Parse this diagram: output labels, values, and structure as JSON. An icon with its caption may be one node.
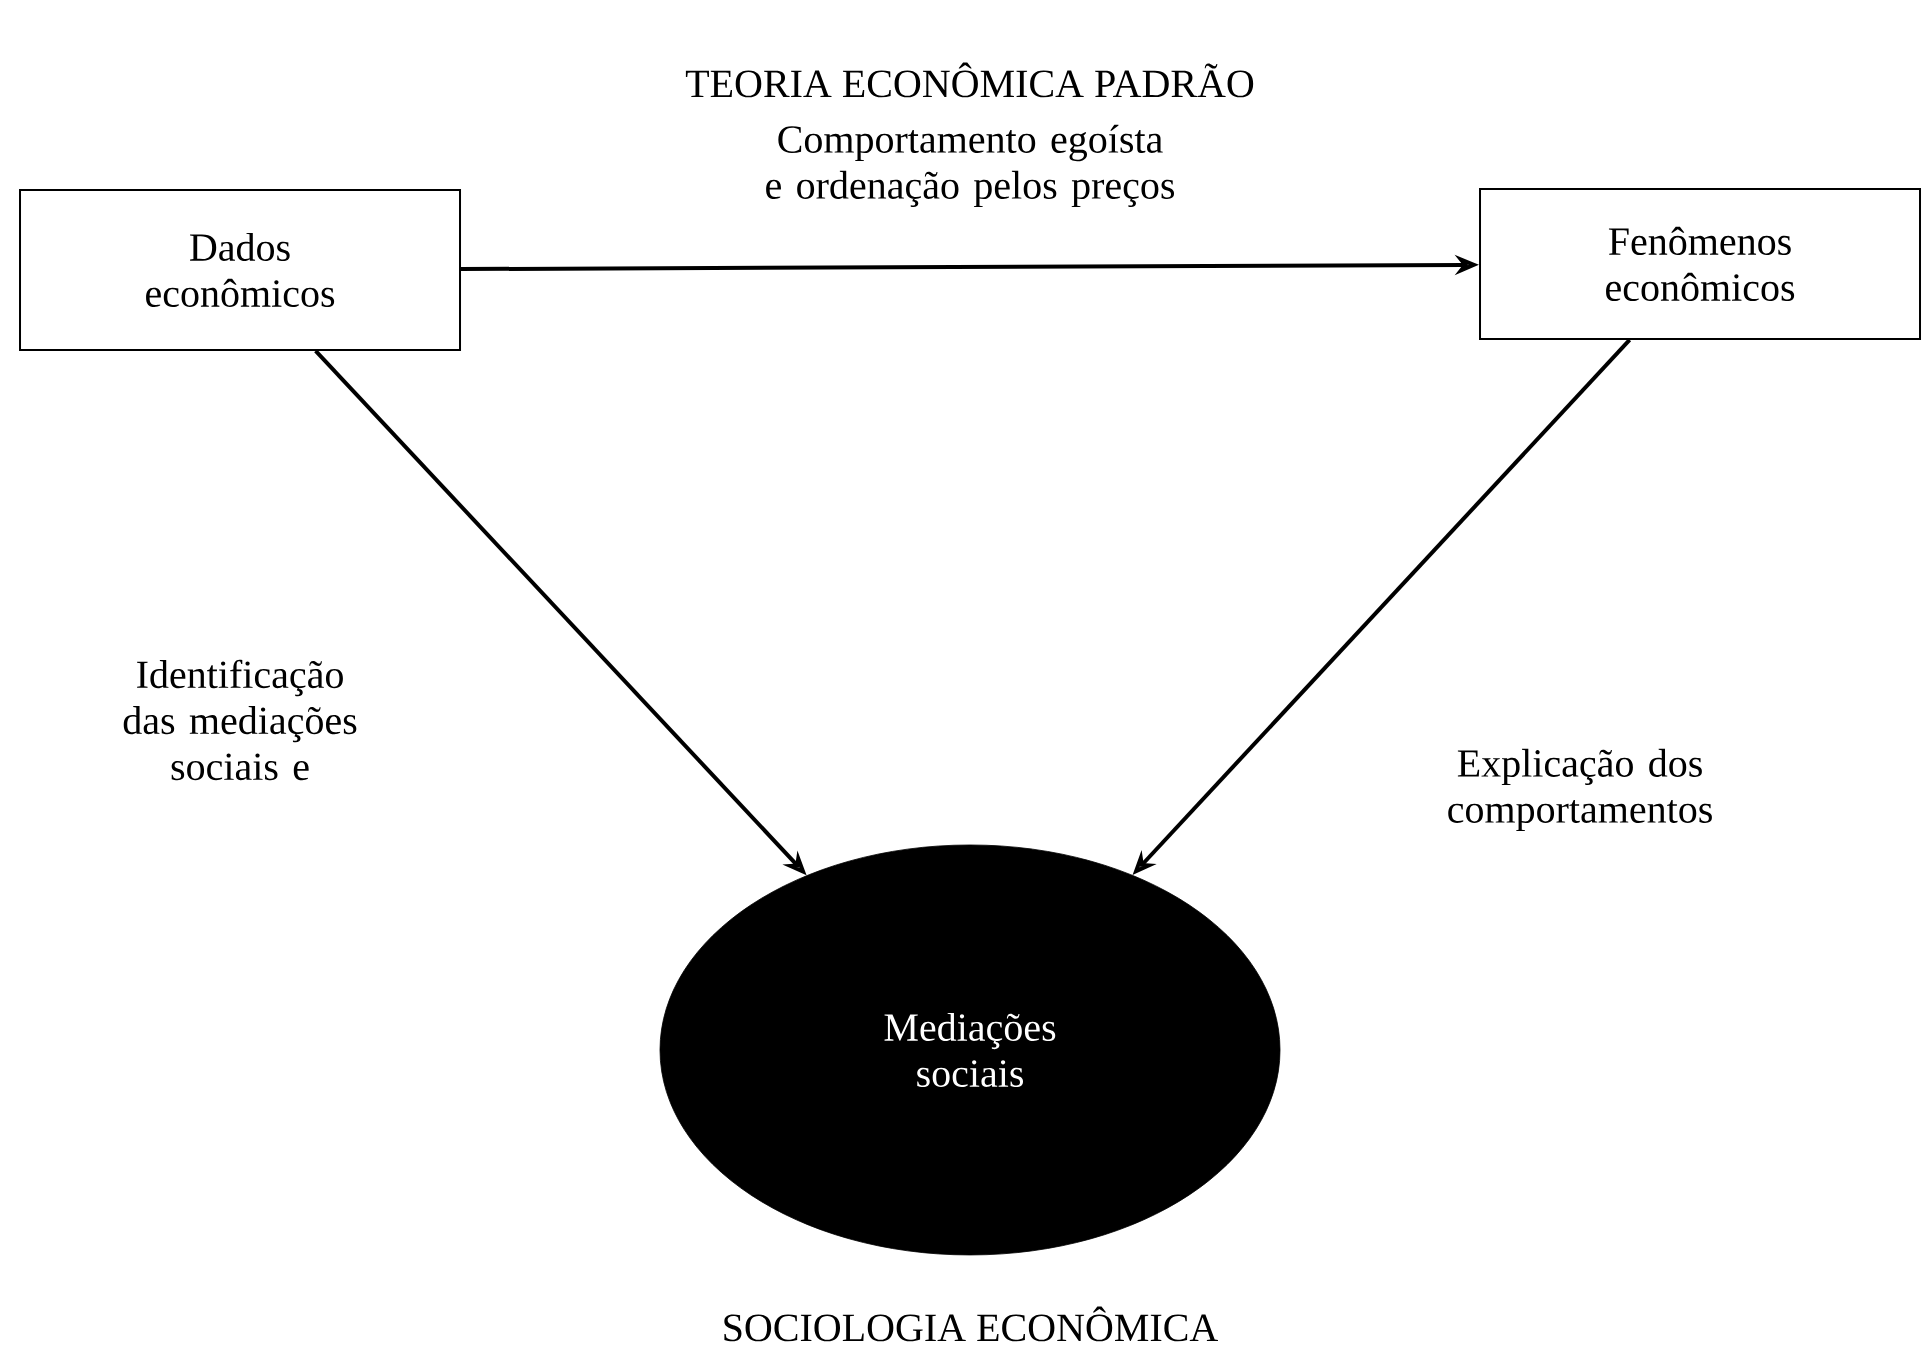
{
  "diagram": {
    "nodes": [
      {
        "text": [
          "Dados econômicos"
        ]
      },
      {
        "text": [
          "Fenômenos econômicos"
        ]
      },
      {
        "text": [
          "Mediações sociais"
        ]
      }
    ],
    "edges": [
      {
        "from": 0,
        "to": 1,
        "arrow": "to",
        "label": "Comportamento egoísta e ordenação pelos preços"
      },
      {
        "from": 0,
        "to": 2,
        "arrow": "to",
        "label": "Identificação das mediações sociais e"
      },
      {
        "from": 1,
        "to": 2,
        "arrow": "to",
        "label": "Explicação dos comportamentos"
      }
    ],
    "labels": [
      "TEORIA ECONÔMICA PADRÃO",
      "SOCIOLOGIA ECONÔMICA"
    ]
  }
}
